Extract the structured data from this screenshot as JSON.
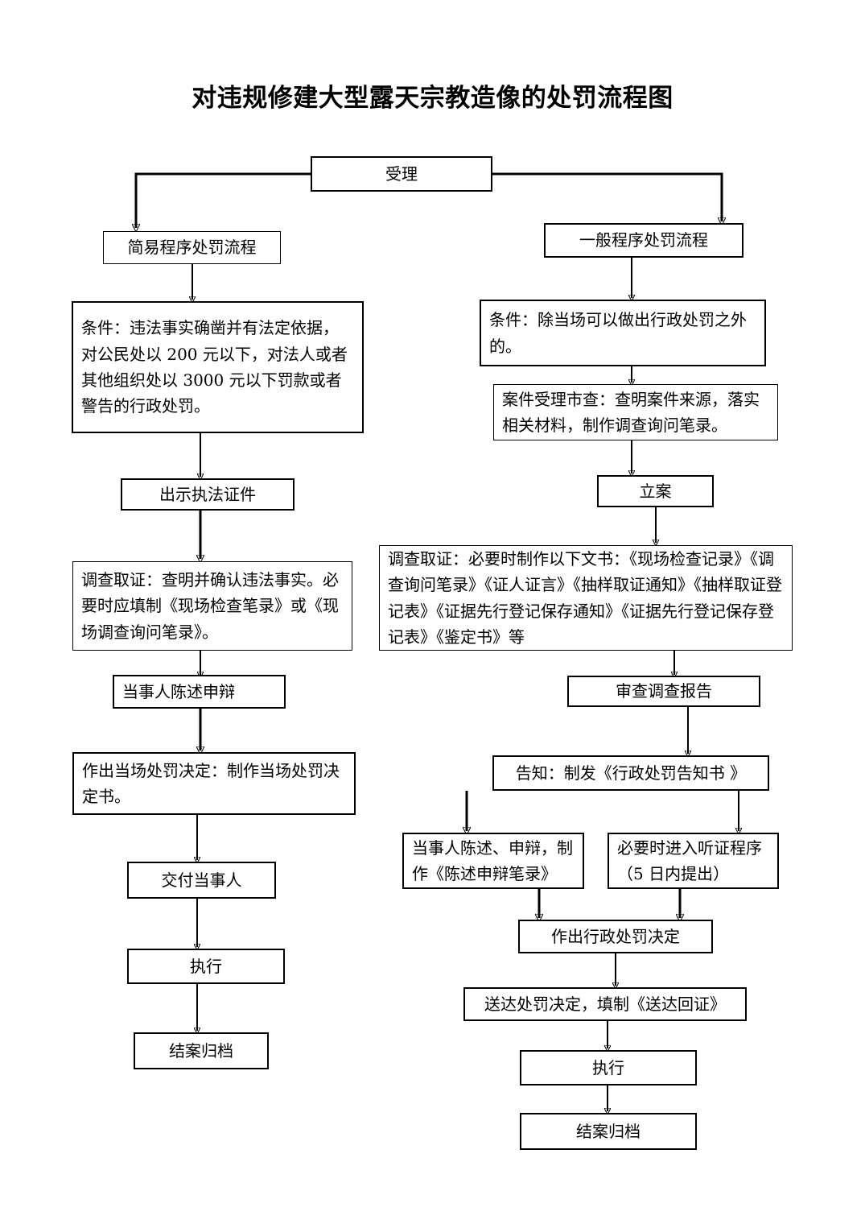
{
  "document": {
    "title": "对违规修建大型露天宗教造像的处罚流程图",
    "type": "flowchart"
  },
  "chart_data": {
    "type": "flowchart",
    "title": "对违规修建大型露天宗教造像的处罚流程图",
    "start": "受理",
    "branches": [
      "简易程序处罚流程",
      "一般程序处罚流程"
    ]
  },
  "nodes": {
    "start": "受理",
    "simple": {
      "branch_label": "简易程序处罚流程",
      "condition": "条件：违法事实确凿并有法定依据，对公民处以 200 元以下，对法人或者其他组织处以 3000 元以下罚款或者警告的行政处罚。",
      "show_credentials": "出示执法证件",
      "investigate": "调查取证：查明并确认违法事实。必要时应填制《现场检查笔录》或《现场调查询问笔录》。",
      "statement": "当事人陈述申辩",
      "decision": "作出当场处罚决定：制作当场处罚决定书。",
      "deliver": "交付当事人",
      "execute": "执行",
      "archive": "结案归档"
    },
    "general": {
      "branch_label": "一般程序处罚流程",
      "condition": "条件：除当场可以做出行政处罚之外的。",
      "accept_review": "案件受理市查：查明案件来源，落实相关材料，制作调查询问笔录。",
      "file_case": "立案",
      "investigate": "调查取证：必要时制作以下文书：《现场检查记录》《调查询问笔录》《证人证言》《抽样取证通知》《抽样取证登记表》《证据先行登记保存通知》《证据先行登记保存登记表》《鉴定书》等",
      "review_report": "审查调查报告",
      "notify": "告知：制发《行政处罚告知书 》",
      "statement": "当事人陈述、申辩，制作《陈述申辩笔录》",
      "hearing": "必要时进入听证程序（5 日内提出）",
      "decision": "作出行政处罚决定",
      "serve": "送达处罚决定，填制《送达回证》",
      "execute": "执行",
      "archive": "结案归档"
    }
  },
  "colors": {
    "stroke": "#000000",
    "background": "#ffffff",
    "text": "#000000"
  }
}
